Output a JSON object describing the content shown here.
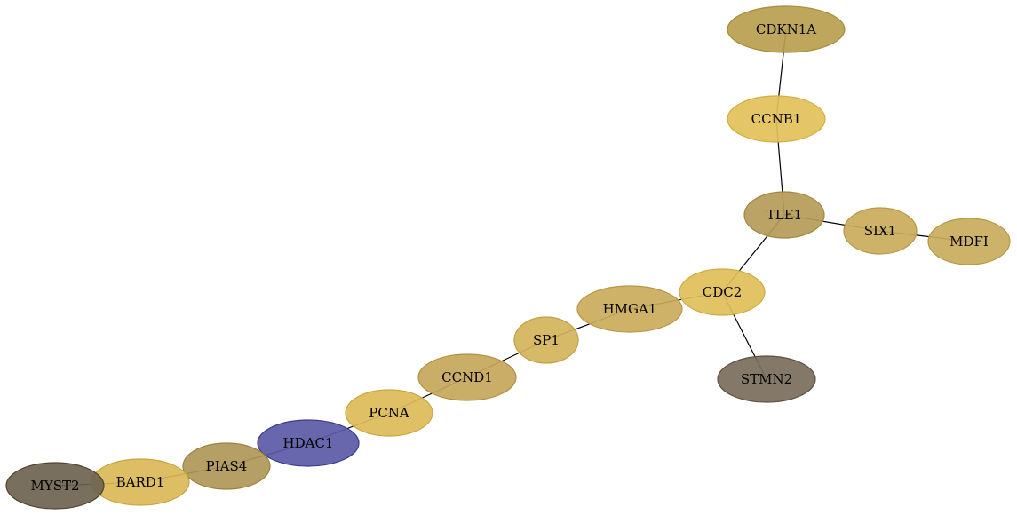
{
  "nodes": [
    {
      "id": "CDKN1A",
      "label": "CDKN1A",
      "fill": "#b9a04f",
      "stroke": "#a88d37"
    },
    {
      "id": "CCNB1",
      "label": "CCNB1",
      "fill": "#e2c159",
      "stroke": "#d0ad40"
    },
    {
      "id": "TLE1",
      "label": "TLE1",
      "fill": "#b49b57",
      "stroke": "#9f8640"
    },
    {
      "id": "SIX1",
      "label": "SIX1",
      "fill": "#c9ab5a",
      "stroke": "#b79744"
    },
    {
      "id": "MDFI",
      "label": "MDFI",
      "fill": "#c8ad5c",
      "stroke": "#b59945"
    },
    {
      "id": "CDC2",
      "label": "CDC2",
      "fill": "#e0bf59",
      "stroke": "#cdaa40"
    },
    {
      "id": "HMGA1",
      "label": "HMGA1",
      "fill": "#c9ab5a",
      "stroke": "#b79744"
    },
    {
      "id": "STMN2",
      "label": "STMN2",
      "fill": "#7a6e5c",
      "stroke": "#5c5240"
    },
    {
      "id": "SP1",
      "label": "SP1",
      "fill": "#d4b45a",
      "stroke": "#c19f43"
    },
    {
      "id": "CCND1",
      "label": "CCND1",
      "fill": "#c5a65a",
      "stroke": "#b19143"
    },
    {
      "id": "PCNA",
      "label": "PCNA",
      "fill": "#ddbb58",
      "stroke": "#caa63f"
    },
    {
      "id": "HDAC1",
      "label": "HDAC1",
      "fill": "#5b5aa6",
      "stroke": "#3b3a8e"
    },
    {
      "id": "PIAS4",
      "label": "PIAS4",
      "fill": "#b09758",
      "stroke": "#9a8140"
    },
    {
      "id": "BARD1",
      "label": "BARD1",
      "fill": "#dbb957",
      "stroke": "#c8a440"
    },
    {
      "id": "MYST2",
      "label": "MYST2",
      "fill": "#6e6350",
      "stroke": "#50462f"
    }
  ],
  "edges": [
    {
      "source": "CDKN1A",
      "target": "CCNB1"
    },
    {
      "source": "CCNB1",
      "target": "TLE1"
    },
    {
      "source": "TLE1",
      "target": "SIX1"
    },
    {
      "source": "SIX1",
      "target": "MDFI"
    },
    {
      "source": "TLE1",
      "target": "CDC2"
    },
    {
      "source": "CDC2",
      "target": "HMGA1"
    },
    {
      "source": "CDC2",
      "target": "STMN2"
    },
    {
      "source": "HMGA1",
      "target": "SP1"
    },
    {
      "source": "SP1",
      "target": "CCND1"
    },
    {
      "source": "CCND1",
      "target": "PCNA"
    },
    {
      "source": "PCNA",
      "target": "HDAC1"
    },
    {
      "source": "HDAC1",
      "target": "PIAS4"
    },
    {
      "source": "PIAS4",
      "target": "BARD1"
    },
    {
      "source": "BARD1",
      "target": "MYST2"
    }
  ]
}
